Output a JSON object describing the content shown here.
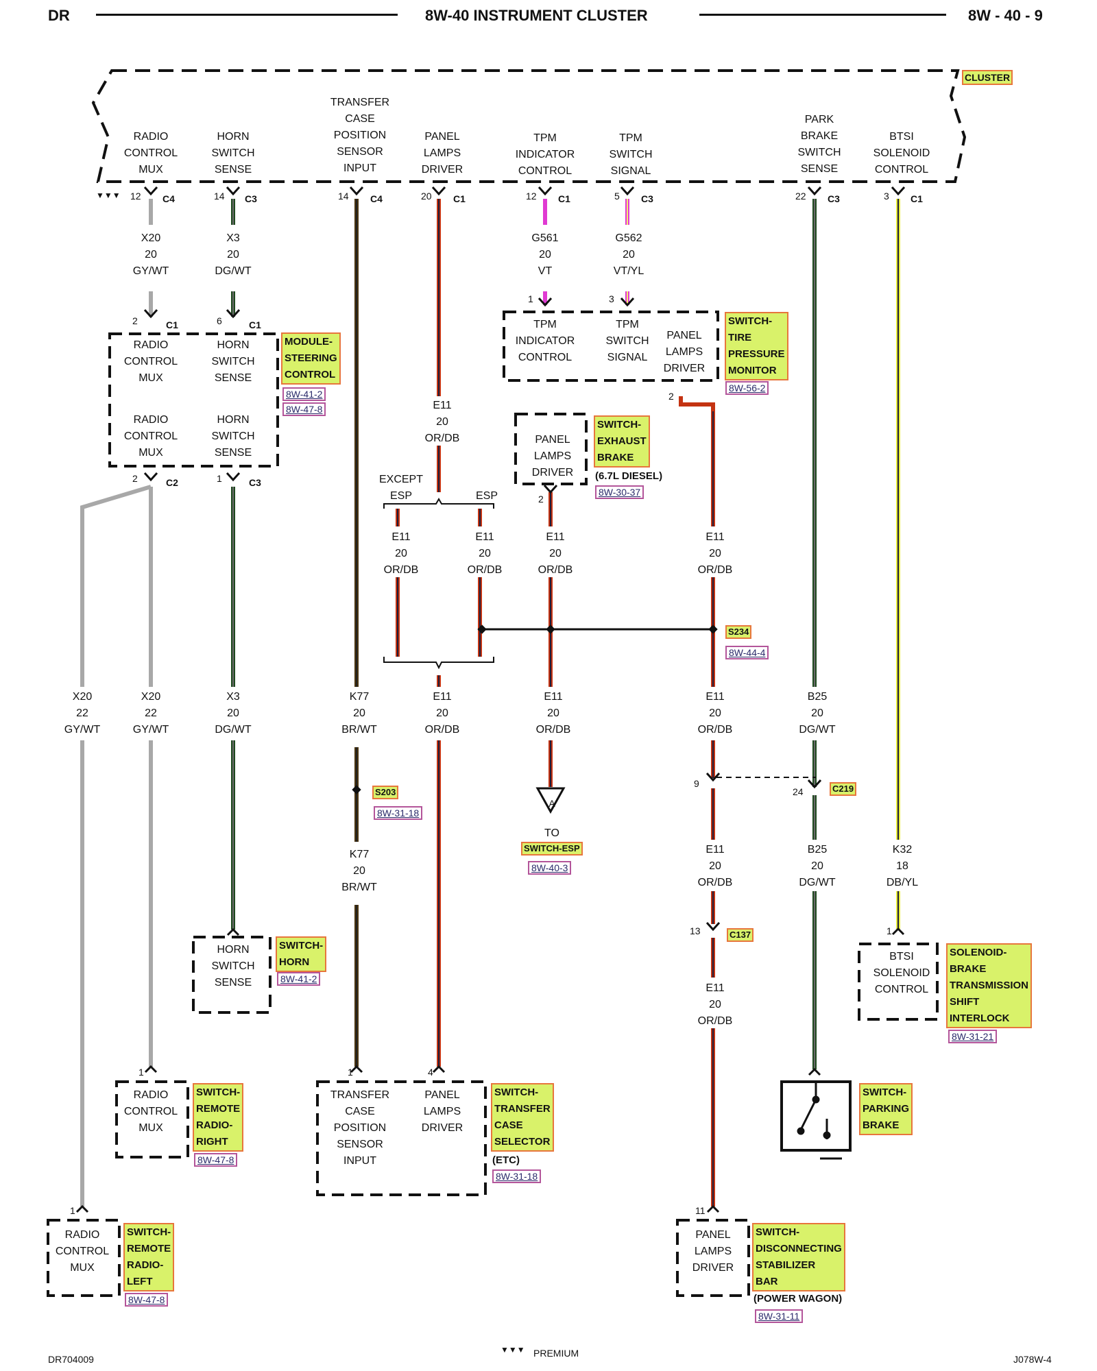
{
  "header": {
    "left": "DR",
    "title": "8W-40 INSTRUMENT CLUSTER",
    "right": "8W - 40 - 9"
  },
  "footer": {
    "left": "DR704009",
    "premium_symbol": "▼▼▼",
    "premium": "PREMIUM",
    "right": "J078W-4"
  },
  "cluster": {
    "label": "CLUSTER",
    "pins": [
      {
        "name": "RADIO CONTROL MUX",
        "pin": "12",
        "conn": "C4"
      },
      {
        "name": "HORN SWITCH SENSE",
        "pin": "14",
        "conn": "C3"
      },
      {
        "name": "TRANSFER CASE POSITION SENSOR INPUT",
        "pin": "14",
        "conn": "C4"
      },
      {
        "name": "PANEL LAMPS DRIVER",
        "pin": "20",
        "conn": "C1"
      },
      {
        "name": "TPM INDICATOR CONTROL",
        "pin": "12",
        "conn": "C1"
      },
      {
        "name": "TPM SWITCH SIGNAL",
        "pin": "5",
        "conn": "C3"
      },
      {
        "name": "PARK BRAKE SWITCH SENSE",
        "pin": "22",
        "conn": "C3"
      },
      {
        "name": "BTSI SOLENOID CONTROL",
        "pin": "3",
        "conn": "C1"
      }
    ]
  },
  "wires": {
    "x20_top": "X20\n20\nGY/WT",
    "x3_top": "X3\n20\nDG/WT",
    "g561": "G561\n20\nVT",
    "g562": "G562\n20\nVT/YL",
    "e11_mid": "E11\n20\nOR/DB",
    "e11_a": "E11\n20\nOR/DB",
    "e11_b": "E11\n20\nOR/DB",
    "e11_c": "E11\n20\nOR/DB",
    "e11_d": "E11\n20\nOR/DB",
    "x20_left": "X20\n22\nGY/WT",
    "x20_right": "X20\n22\nGY/WT",
    "x3_low": "X3\n20\nDG/WT",
    "k77_a": "K77\n20\nBR/WT",
    "e11_low1": "E11\n20\nOR/DB",
    "e11_low2": "E11\n20\nOR/DB",
    "e11_low3": "E11\n20\nOR/DB",
    "b25_a": "B25\n20\nDG/WT",
    "k77_b": "K77\n20\nBR/WT",
    "e11_low4": "E11\n20\nOR/DB",
    "b25_b": "B25\n20\nDG/WT",
    "k32": "K32\n18\nDB/YL",
    "e11_low5": "E11\n20\nOR/DB"
  },
  "branch": {
    "except": "EXCEPT\nESP",
    "esp": "ESP"
  },
  "splices": {
    "s234": "S234",
    "s203": "S203",
    "c219": "C219",
    "c137": "C137"
  },
  "to_esp": {
    "symbol": "A",
    "to": "TO",
    "target": "SWITCH-ESP",
    "ref": "8W-40-3"
  },
  "components": {
    "steering": {
      "pins": [
        "RADIO\nCONTROL\nMUX",
        "HORN\nSWITCH\nSENSE",
        "RADIO\nCONTROL\nMUX",
        "HORN\nSWITCH\nSENSE"
      ],
      "tag": "MODULE-\nSTEERING\nCONTROL",
      "refs": [
        "8W-41-2",
        "8W-47-8"
      ]
    },
    "tpm": {
      "pins": [
        "TPM\nINDICATOR\nCONTROL",
        "TPM\nSWITCH\nSIGNAL",
        "PANEL\nLAMPS\nDRIVER"
      ],
      "tag": "SWITCH-\nTIRE\nPRESSURE\nMONITOR",
      "ref": "8W-56-2"
    },
    "exhaust": {
      "pin": "PANEL\nLAMPS\nDRIVER",
      "tag": "SWITCH-\nEXHAUST\nBRAKE",
      "note": "(6.7L DIESEL)",
      "ref": "8W-30-37"
    },
    "horn": {
      "pin": "HORN\nSWITCH\nSENSE",
      "tag": "SWITCH-\nHORN",
      "ref": "8W-41-2"
    },
    "radio_right": {
      "pin": "RADIO\nCONTROL\nMUX",
      "tag": "SWITCH-\nREMOTE\nRADIO-\nRIGHT",
      "ref": "8W-47-8"
    },
    "radio_left": {
      "pin": "RADIO\nCONTROL\nMUX",
      "tag": "SWITCH-\nREMOTE\nRADIO-\nLEFT",
      "ref": "8W-47-8"
    },
    "transfer": {
      "pins": [
        "TRANSFER\nCASE\nPOSITION\nSENSOR\nINPUT",
        "PANEL\nLAMPS\nDRIVER"
      ],
      "tag": "SWITCH-\nTRANSFER\nCASE\nSELECTOR",
      "note": "(ETC)",
      "ref": "8W-31-18"
    },
    "btsi": {
      "pin": "BTSI\nSOLENOID\nCONTROL",
      "tag": "SOLENOID-\nBRAKE\nTRANSMISSION\nSHIFT\nINTERLOCK",
      "ref": "8W-31-21"
    },
    "parking": {
      "tag": "SWITCH-\nPARKING\nBRAKE"
    },
    "stabilizer": {
      "pin": "PANEL\nLAMPS\nDRIVER",
      "tag": "SWITCH-\nDISCONNECTING\nSTABILIZER\nBAR",
      "note": "(POWER WAGON)",
      "ref": "8W-31-11"
    }
  },
  "colors": {
    "gray": "#a8a8a8",
    "dg": "#1f4a1f",
    "br": "#4a3410",
    "or": "#c43312",
    "db": "#1d1d3a",
    "vt": "#e03ad2",
    "yl": "#e9ee3a",
    "tag_bg": "#d9f26a",
    "tag_border": "#e7763c"
  }
}
